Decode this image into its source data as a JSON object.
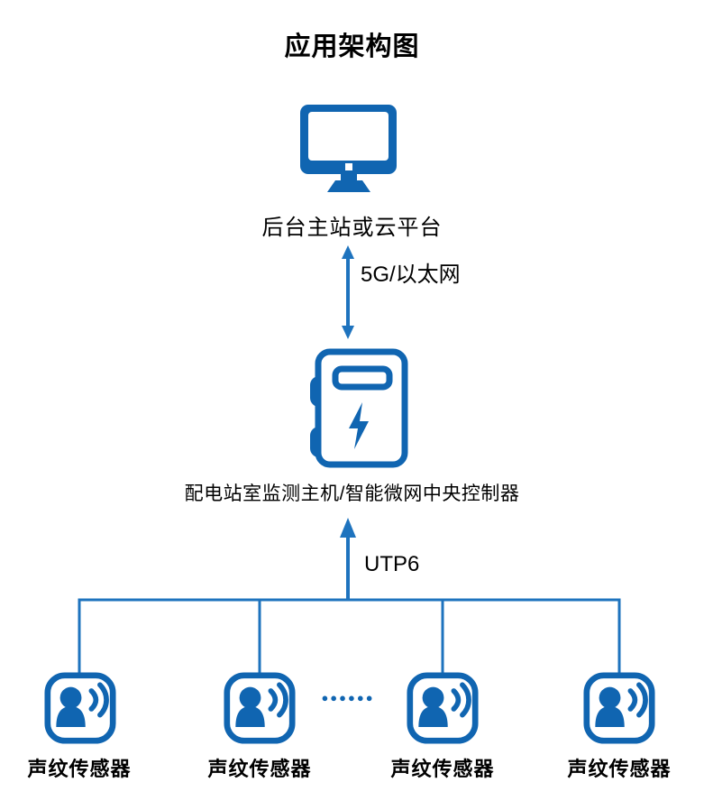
{
  "title": "应用架构图",
  "colors": {
    "icon_blue": "#1065B1",
    "line_blue": "#1E73BE",
    "text": "#000000",
    "background": "#FFFFFF"
  },
  "nodes": {
    "cloud": {
      "label": "后台主站或云平台",
      "icon": "monitor-icon"
    },
    "controller": {
      "label": "配电站室监测主机/智能微网中央控制器",
      "icon": "control-cabinet-icon"
    }
  },
  "links": {
    "cloud_controller": {
      "label": "5G/以太网",
      "style": "double-headed-arrow"
    },
    "controller_sensors": {
      "label": "UTP6",
      "style": "arrow-up-with-bus"
    }
  },
  "sensors": [
    {
      "label": "声纹传感器",
      "icon": "voiceprint-sensor-icon"
    },
    {
      "label": "声纹传感器",
      "icon": "voiceprint-sensor-icon"
    },
    {
      "label": "声纹传感器",
      "icon": "voiceprint-sensor-icon"
    },
    {
      "label": "声纹传感器",
      "icon": "voiceprint-sensor-icon"
    }
  ],
  "ellipsis": "●●●●●●"
}
